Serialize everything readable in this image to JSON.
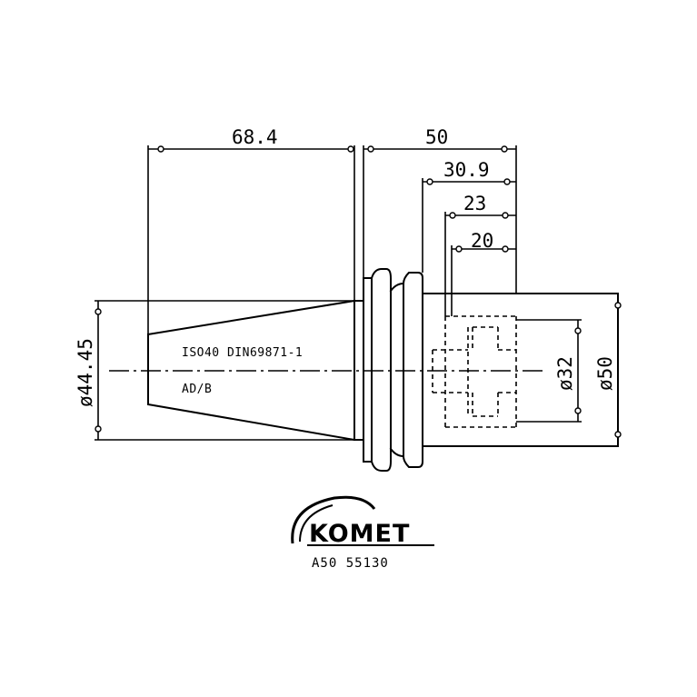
{
  "dimensions": {
    "taper_length": "68.4",
    "overall_length": "50",
    "length_30_9": "30.9",
    "length_23": "23",
    "length_20": "20",
    "taper_diameter": "ø44.45",
    "bore_diameter": "ø32",
    "body_diameter": "ø50"
  },
  "notes": {
    "standard": "ISO40 DIN69871-1",
    "form": "AD/B"
  },
  "brand": {
    "logo_text": "KOMET",
    "article_number": "A50 55130"
  }
}
